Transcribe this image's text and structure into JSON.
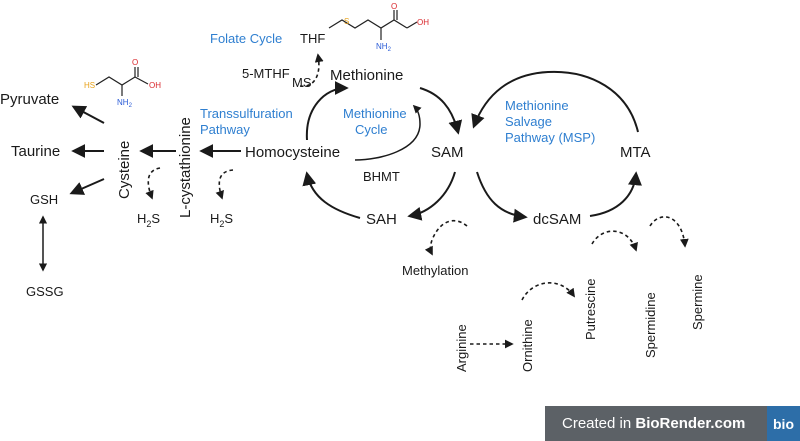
{
  "metabolites": {
    "pyruvate": "Pyruvate",
    "taurine": "Taurine",
    "gsh": "GSH",
    "gssg": "GSSG",
    "cysteine": "Cysteine",
    "l_cystathionine": "L-cystathionine",
    "h2s_a": "H",
    "h2s_b": "H",
    "h2s_sub": "2",
    "h2s_s": "S",
    "homocysteine": "Homocysteine",
    "methionine": "Methionine",
    "thf": "THF",
    "five_mthf": "5-MTHF",
    "sam": "SAM",
    "sah": "SAH",
    "dcsam": "dcSAM",
    "mta": "MTA",
    "methylation": "Methylation",
    "arginine": "Arginine",
    "ornithine": "Ornithine",
    "putrescine": "Putrescine",
    "spermidine": "Spermidine",
    "spermine": "Spermine"
  },
  "enzymes": {
    "ms": "MS",
    "bhmt": "BHMT"
  },
  "pathways": {
    "folate_cycle": "Folate Cycle",
    "transsulfuration_1": "Transsulfuration",
    "transsulfuration_2": "Pathway",
    "methionine_cycle_1": "Methionine",
    "methionine_cycle_2": "Cycle",
    "msp_1": "Methionine",
    "msp_2": "Salvage",
    "msp_3": "Pathway (MSP)"
  },
  "structures": {
    "hs": "HS",
    "oh": "OH",
    "o": "O",
    "nh": "NH",
    "nh_sub": "2",
    "s": "S"
  },
  "colors": {
    "pathway_blue": "#2f7fd0",
    "sulfur_orange": "#e8a21a",
    "nitrogen_blue": "#2a5bd7",
    "oxygen_red": "#d9262b"
  },
  "badge": {
    "prefix": "Created in ",
    "brand": "BioRender.com",
    "logo": "bio"
  }
}
